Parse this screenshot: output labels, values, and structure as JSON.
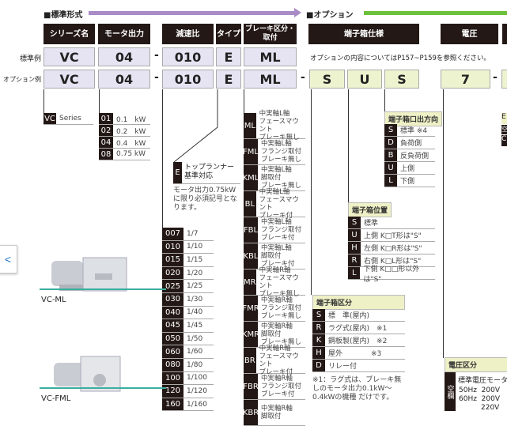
{
  "sections": {
    "standard": "■標準形式",
    "option": "■オプション"
  },
  "colors": {
    "standard_arrow": "#a98bc6",
    "option_arrow": "#6cc13c",
    "header_bg": "#231815",
    "standard_cell": "#e6e4f2",
    "option_cell": "#eef3cf"
  },
  "headers": [
    "シリーズ名",
    "モータ出力",
    "減速比",
    "タイプ",
    "ブレーキ区分・取付",
    "端子箱仕様",
    "電圧"
  ],
  "row_labels": {
    "standard": "標準例",
    "option": "オプション例"
  },
  "standard_row": [
    "VC",
    "04",
    "010",
    "E",
    "ML"
  ],
  "option_row": [
    "VC",
    "04",
    "010",
    "E",
    "ML",
    "S",
    "U",
    "S",
    "7"
  ],
  "option_note": "オプションの内容についてはP157~P159を参照ください。",
  "series": [
    {
      "k": "VC",
      "v": "Series"
    }
  ],
  "motor_output": [
    {
      "k": "01",
      "v": "0.1　kW"
    },
    {
      "k": "02",
      "v": "0.2　kW"
    },
    {
      "k": "04",
      "v": "0.4　kW"
    },
    {
      "k": "08",
      "v": "0.75 kW"
    }
  ],
  "type": {
    "code": "E",
    "label": "トップランナー基準対応",
    "note": "モータ出力0.75kWに限り必須記号となります。"
  },
  "ratios": [
    {
      "k": "007",
      "v": "1/7"
    },
    {
      "k": "010",
      "v": "1/10"
    },
    {
      "k": "015",
      "v": "1/15"
    },
    {
      "k": "020",
      "v": "1/20"
    },
    {
      "k": "025",
      "v": "1/25"
    },
    {
      "k": "030",
      "v": "1/30"
    },
    {
      "k": "040",
      "v": "1/40"
    },
    {
      "k": "045",
      "v": "1/45"
    },
    {
      "k": "050",
      "v": "1/50"
    },
    {
      "k": "060",
      "v": "1/60"
    },
    {
      "k": "080",
      "v": "1/80"
    },
    {
      "k": "100",
      "v": "1/100"
    },
    {
      "k": "120",
      "v": "1/120"
    },
    {
      "k": "160",
      "v": "1/160"
    }
  ],
  "brake": [
    {
      "k": "ML",
      "v": "中実軸L軸\nフェースマウント\nブレーキ無し"
    },
    {
      "k": "FML",
      "v": "中実軸L軸\nフランジ取付\nブレーキ無し"
    },
    {
      "k": "KML",
      "v": "中実軸L軸\n脚取付\nブレーキ無し"
    },
    {
      "k": "BL",
      "v": "中実軸L軸\nフェースマウント\nブレーキ付"
    },
    {
      "k": "FBL",
      "v": "中実軸L軸\nフランジ取付\nブレーキ付"
    },
    {
      "k": "KBL",
      "v": "中実軸L軸\n脚取付\nブレーキ付"
    },
    {
      "k": "MR",
      "v": "中実軸R軸\nフェースマウント\nブレーキ無し"
    },
    {
      "k": "FMR",
      "v": "中実軸R軸\nフランジ取付\nブレーキ無し"
    },
    {
      "k": "KMR",
      "v": "中実軸R軸\n脚取付\nブレーキ無し"
    },
    {
      "k": "BR",
      "v": "中実軸R軸\nフェースマウント\nブレーキ付"
    },
    {
      "k": "FBR",
      "v": "中実軸R軸\nフランジ取付\nブレーキ付"
    },
    {
      "k": "KBR",
      "v": "中実軸R軸\n脚取付"
    }
  ],
  "outlet_direction": {
    "title": "端子箱口出方向",
    "items": [
      {
        "k": "S",
        "v": "標準 ※4"
      },
      {
        "k": "D",
        "v": "負荷側"
      },
      {
        "k": "B",
        "v": "反負荷側"
      },
      {
        "k": "U",
        "v": "上側"
      },
      {
        "k": "L",
        "v": "下側"
      }
    ]
  },
  "box_position": {
    "title": "端子箱位置",
    "items": [
      {
        "k": "S",
        "v": "標準"
      },
      {
        "k": "U",
        "v": "上側 K□T形は\"S\""
      },
      {
        "k": "H",
        "v": "左側 K□R形は\"S\""
      },
      {
        "k": "R",
        "v": "右側 K□L形は\"S\""
      },
      {
        "k": "L",
        "v": "下側 K□□形以外は\"S\""
      }
    ]
  },
  "box_type": {
    "title": "端子箱区分",
    "items": [
      {
        "k": "S",
        "v": "標　準(屋内)"
      },
      {
        "k": "R",
        "v": "ラグ式(屋内)　※1"
      },
      {
        "k": "K",
        "v": "鋼板製(屋内)　※2"
      },
      {
        "k": "H",
        "v": "屋外　　　　※3"
      },
      {
        "k": "D",
        "v": "リレー付"
      }
    ],
    "note": "※1：ラグ式は、ブレーキ無しのモータ出力0.1kW～0.4kWの機種 だけです。"
  },
  "voltage": {
    "title": "電圧区分",
    "blank": "空欄",
    "sub": "標準電圧モータ",
    "lines": [
      "50Hz  200V",
      "60Hz  200V",
      "220V"
    ]
  },
  "edge": {
    "e": "E",
    "blank": "空",
    "c": "C"
  },
  "products": [
    "VC-ML",
    "VC-FML"
  ],
  "nav": {
    "prev": "<"
  }
}
